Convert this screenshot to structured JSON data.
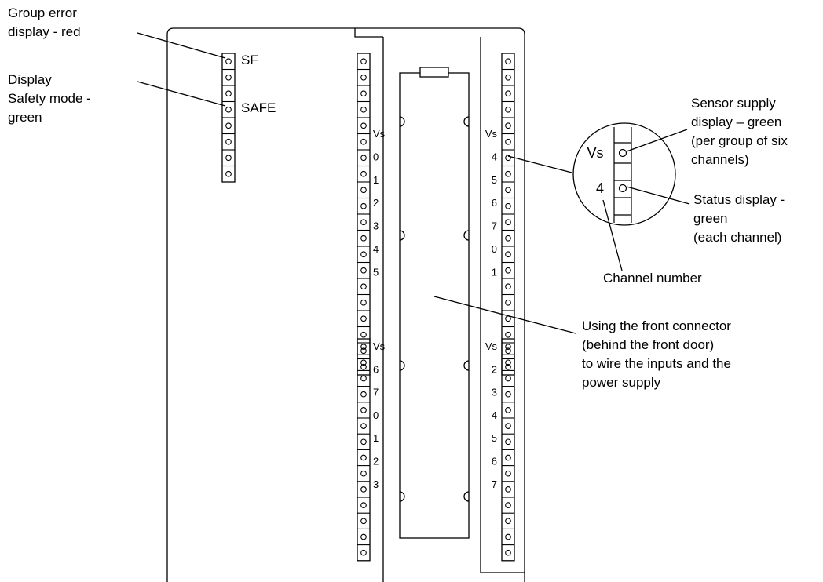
{
  "callouts": {
    "group_error": [
      "Group error",
      "display - red"
    ],
    "safety_mode": [
      "Display",
      "Safety mode -",
      "green"
    ],
    "sensor_supply": [
      "Sensor supply",
      "display – green",
      "(per group of six",
      "channels)"
    ],
    "status_display": [
      "Status display -",
      "green",
      "(each channel)"
    ],
    "channel_number": "Channel number",
    "front_connector": [
      "Using the front connector",
      "(behind the front door)",
      "to wire the inputs and the",
      "power supply"
    ]
  },
  "leds": {
    "sf": "SF",
    "safe": "SAFE"
  },
  "columns": {
    "left_upper": [
      "Vs",
      "0",
      "1",
      "2",
      "3",
      "4",
      "5"
    ],
    "left_lower": [
      "Vs",
      "6",
      "7",
      "0",
      "1",
      "2",
      "3"
    ],
    "right_upper": [
      "Vs",
      "4",
      "5",
      "6",
      "7",
      "0",
      "1"
    ],
    "right_lower": [
      "Vs",
      "2",
      "3",
      "4",
      "5",
      "6",
      "7"
    ]
  },
  "magnified": {
    "vs": "Vs",
    "channel": "4"
  }
}
